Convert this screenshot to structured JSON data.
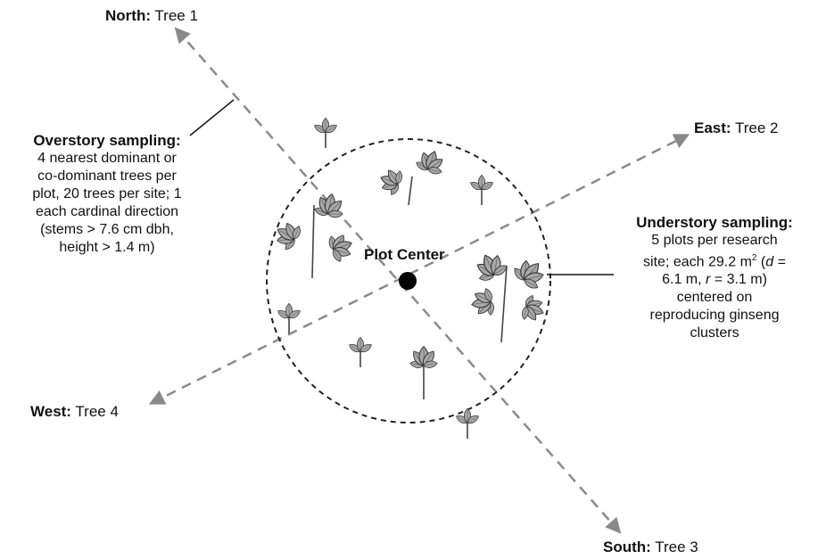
{
  "directions": {
    "north": {
      "dir": "North:",
      "tree": "Tree 1"
    },
    "east": {
      "dir": "East:",
      "tree": "Tree 2"
    },
    "south": {
      "dir": "South:",
      "tree": "Tree 3"
    },
    "west": {
      "dir": "West:",
      "tree": "Tree 4"
    }
  },
  "center_label": "Plot Center",
  "overstory": {
    "heading": "Overstory sampling:",
    "lines": [
      "4 nearest dominant or",
      "co-dominant trees per",
      "plot, 20 trees per site; 1",
      "each cardinal direction",
      "(stems > 7.6 cm dbh,",
      "height > 1.4 m)"
    ]
  },
  "understory": {
    "heading": "Understory sampling:",
    "line1": "5 plots per research",
    "line2_a": "site; each 29.2 m",
    "line2_sup": "2",
    "line2_b": " (",
    "line2_d": "d",
    "line2_c": " =",
    "line3_a": "6.1 m, ",
    "line3_r": "r",
    "line3_b": " = 3.1 m)",
    "line4": "centered on",
    "line5": "reproducing ginseng",
    "line6": "clusters"
  },
  "colors": {
    "axis": "#8a8a8a",
    "circle": "#222222",
    "leaf": "#a8a8a8"
  }
}
